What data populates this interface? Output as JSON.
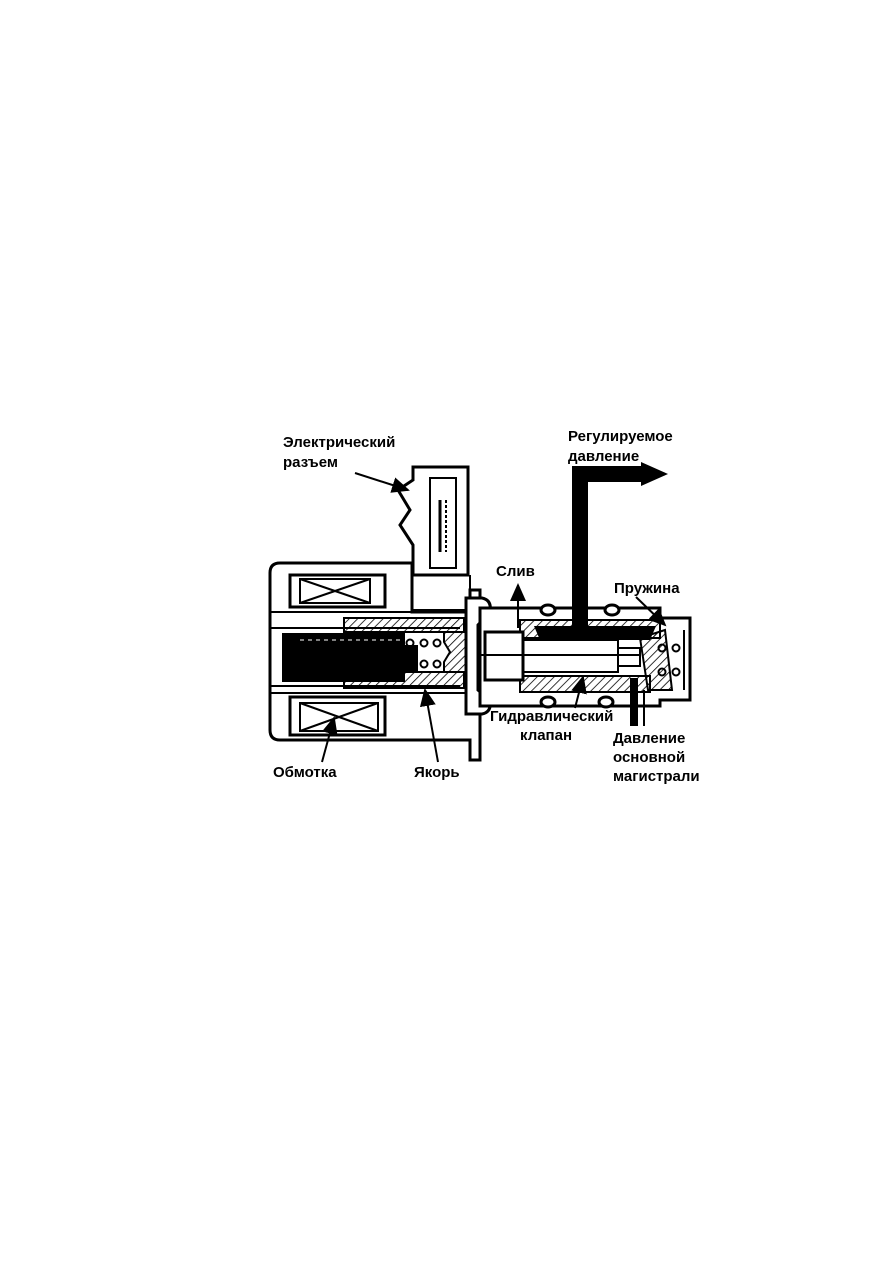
{
  "diagram": {
    "labels": {
      "connector": [
        "Электрический",
        "разъем"
      ],
      "regulated_pressure": [
        "Регулируемое",
        "давление"
      ],
      "drain": "Слив",
      "spring": "Пружина",
      "hydraulic_valve": [
        "Гидравлический",
        "клапан"
      ],
      "line_pressure": [
        "Давление",
        "основной",
        "магистрали"
      ],
      "coil": "Обмотка",
      "armature": "Якорь"
    },
    "colors": {
      "ink": "#000000",
      "paper": "#ffffff"
    }
  }
}
